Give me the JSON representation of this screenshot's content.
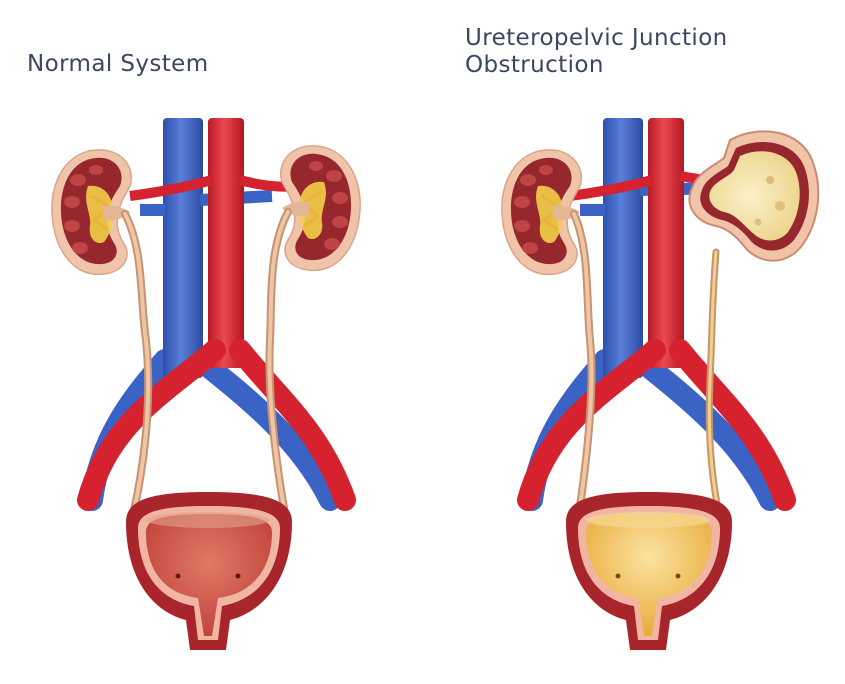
{
  "panels": [
    {
      "title_lines": [
        "Normal System"
      ]
    },
    {
      "title_lines": [
        "Ureteropelvic Junction",
        "Obstruction"
      ]
    }
  ],
  "colors": {
    "text": "#3b4660",
    "vein": "#3b63c5",
    "vein_light": "#7f9ee3",
    "artery": "#d6222f",
    "artery_light": "#f07479",
    "kidney_capsule": "#f1c4a9",
    "kidney_cortex": "#96272d",
    "kidney_fat": "#f2cf48",
    "ureter": "#d8ae8c",
    "bladder_wall": "#a8252c",
    "bladder_inner": "#cd5147",
    "urine": "#f2c457",
    "hydronephrosis": "#f3e3ab"
  },
  "icons": [
    "kidney-icon",
    "renal-vein-icon",
    "aorta-icon",
    "bladder-icon"
  ]
}
